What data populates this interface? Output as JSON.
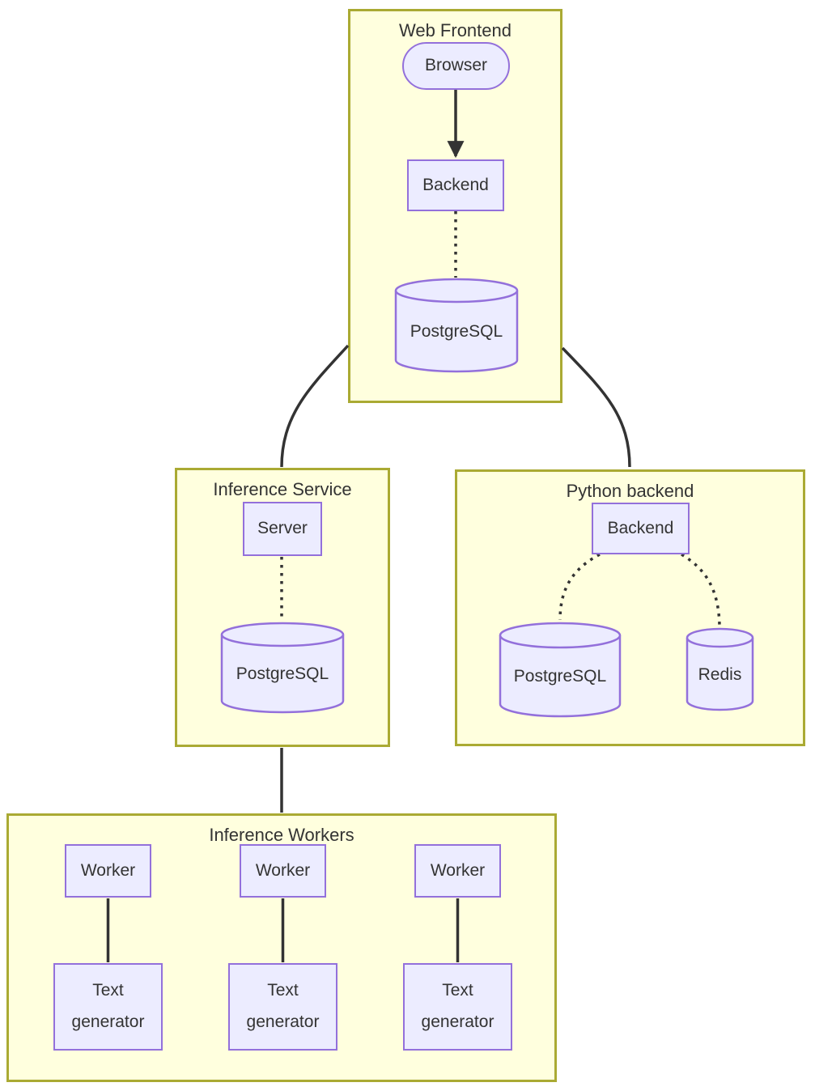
{
  "diagram": {
    "kind": "flowchart",
    "colors": {
      "cluster_fill": "#ffffde",
      "cluster_border": "#aaaa33",
      "node_fill": "#ececff",
      "node_border": "#9370db",
      "edge_color": "#333333",
      "text_color": "#333333",
      "page_bg": "#ffffff"
    },
    "groups": [
      {
        "label": "Web Frontend"
      },
      {
        "label": "Inference Service"
      },
      {
        "label": "Python backend"
      },
      {
        "label": "Inference Workers"
      }
    ],
    "nodes": {
      "browser": {
        "label": "Browser",
        "shape": "stadium",
        "group": "Web Frontend"
      },
      "wf_backend": {
        "label": "Backend",
        "shape": "rect",
        "group": "Web Frontend"
      },
      "wf_postgres": {
        "label": "PostgreSQL",
        "shape": "cylinder",
        "group": "Web Frontend"
      },
      "server": {
        "label": "Server",
        "shape": "rect",
        "group": "Inference Service"
      },
      "is_postgres": {
        "label": "PostgreSQL",
        "shape": "cylinder",
        "group": "Inference Service"
      },
      "pb_backend": {
        "label": "Backend",
        "shape": "rect",
        "group": "Python backend"
      },
      "pb_postgres": {
        "label": "PostgreSQL",
        "shape": "cylinder",
        "group": "Python backend"
      },
      "redis": {
        "label": "Redis",
        "shape": "cylinder",
        "group": "Python backend"
      },
      "worker_1": {
        "label": "Worker",
        "shape": "rect",
        "group": "Inference Workers"
      },
      "worker_2": {
        "label": "Worker",
        "shape": "rect",
        "group": "Inference Workers"
      },
      "worker_3": {
        "label": "Worker",
        "shape": "rect",
        "group": "Inference Workers"
      },
      "textgen_1": {
        "label": "Text generator",
        "shape": "rect",
        "group": "Inference Workers"
      },
      "textgen_2": {
        "label": "Text generator",
        "shape": "rect",
        "group": "Inference Workers"
      },
      "textgen_3": {
        "label": "Text generator",
        "shape": "rect",
        "group": "Inference Workers"
      }
    },
    "edges": [
      {
        "from": "Browser (Web Frontend)",
        "to": "Backend (Web Frontend)",
        "style": "solid",
        "arrow": true
      },
      {
        "from": "Backend (Web Frontend)",
        "to": "PostgreSQL (Web Frontend)",
        "style": "dotted",
        "arrow": false
      },
      {
        "from": "Web Frontend",
        "to": "Inference Service",
        "style": "solid",
        "arrow": false
      },
      {
        "from": "Web Frontend",
        "to": "Python backend",
        "style": "solid",
        "arrow": false
      },
      {
        "from": "Server",
        "to": "PostgreSQL (Inference Service)",
        "style": "dotted",
        "arrow": false
      },
      {
        "from": "Backend (Python backend)",
        "to": "PostgreSQL (Python backend)",
        "style": "dotted",
        "arrow": false
      },
      {
        "from": "Backend (Python backend)",
        "to": "Redis",
        "style": "dotted",
        "arrow": false
      },
      {
        "from": "Inference Service",
        "to": "Inference Workers",
        "style": "solid",
        "arrow": false
      },
      {
        "from": "Worker 1",
        "to": "Text generator 1",
        "style": "solid",
        "arrow": false
      },
      {
        "from": "Worker 2",
        "to": "Text generator 2",
        "style": "solid",
        "arrow": false
      },
      {
        "from": "Worker 3",
        "to": "Text generator 3",
        "style": "solid",
        "arrow": false
      }
    ]
  }
}
